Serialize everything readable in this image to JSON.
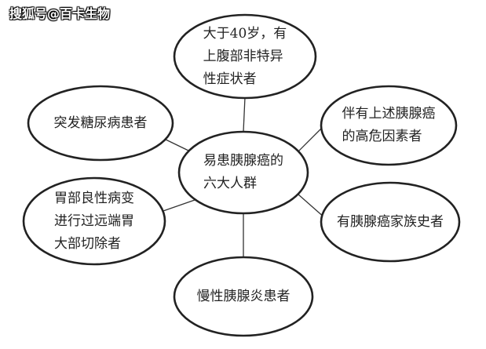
{
  "watermark": "搜狐号@百卡生物",
  "center": {
    "lines": [
      "易患胰腺癌的",
      "六大人群"
    ]
  },
  "nodes": [
    {
      "id": "top",
      "lines": [
        "大于40岁，有",
        "上腹部非特异",
        "性症状者"
      ]
    },
    {
      "id": "top-left",
      "lines": [
        "突发糖尿病患者"
      ]
    },
    {
      "id": "top-right",
      "lines": [
        "伴有上述胰腺癌",
        "的高危因素者"
      ]
    },
    {
      "id": "bottom-left",
      "lines": [
        "胃部良性病变",
        "进行过远端胃",
        "大部切除者"
      ]
    },
    {
      "id": "right",
      "lines": [
        "有胰腺癌家族史者"
      ]
    },
    {
      "id": "bottom",
      "lines": [
        "慢性胰腺炎患者"
      ]
    }
  ]
}
